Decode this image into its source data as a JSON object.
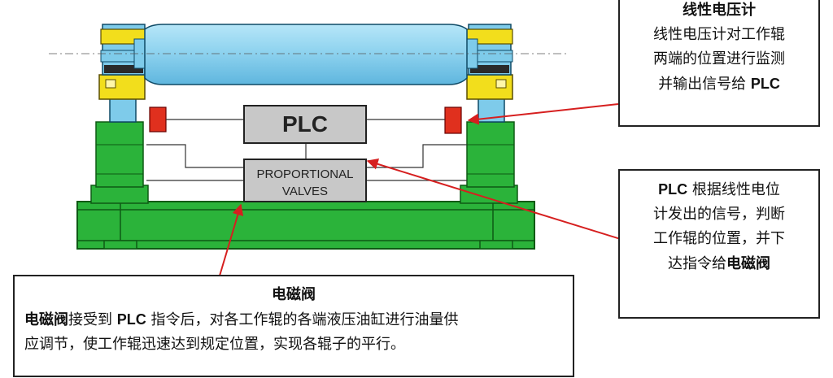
{
  "diagram": {
    "plc_label": "PLC",
    "valve_label_line1": "PROPORTIONAL",
    "valve_label_line2": "VALVES"
  },
  "sensor_box": {
    "title": "线性电压计",
    "line1": "线性电压计对工作辊",
    "line2": "两端的位置进行监测",
    "line3_prefix": "并输出信号给 ",
    "line3_bold": "PLC"
  },
  "plc_box": {
    "line1_bold": "PLC",
    "line1_rest": " 根据线性电位",
    "line2": "计发出的信号，判断",
    "line3": "工作辊的位置，并下",
    "line4_prefix": "达指令给",
    "line4_bold": "电磁阀"
  },
  "valve_box": {
    "title": "电磁阀",
    "line1_bold": "电磁阀",
    "line1_mid": "接受到 ",
    "line1_plc": "PLC",
    "line1_rest": " 指令后，对各工作辊的各端液压油缸进行油量供",
    "line2": "应调节，使工作辊迅速达到规定位置，实现各辊子的平行。"
  },
  "colors": {
    "frame_green": "#2bb33a",
    "roll_blue": "#8fd3ef",
    "cylinder_blue": "#7ecbea",
    "bearing_yellow": "#f2de1c",
    "sensor_red": "#e0301e",
    "arrow_red": "#d61f1f",
    "box_gray": "#c8c8c8"
  }
}
